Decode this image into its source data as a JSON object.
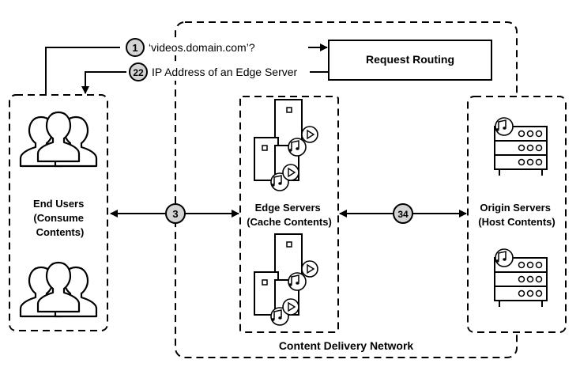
{
  "request_routing": {
    "label": "Request Routing"
  },
  "steps": [
    {
      "number": "1",
      "text": "‘videos.domain.com’?"
    },
    {
      "number": "22",
      "text": "IP Address of an Edge Server"
    },
    {
      "number": "3"
    },
    {
      "number": "34"
    }
  ],
  "end_users": {
    "lines": [
      "End Users",
      "(Consume",
      "Contents)"
    ]
  },
  "edge_servers": {
    "lines": [
      "Edge Servers",
      "(Cache Contents)"
    ]
  },
  "origin_servers": {
    "lines": [
      "Origin Servers",
      "(Host Contents)"
    ]
  },
  "cdn": {
    "label": "Content Delivery Network"
  }
}
